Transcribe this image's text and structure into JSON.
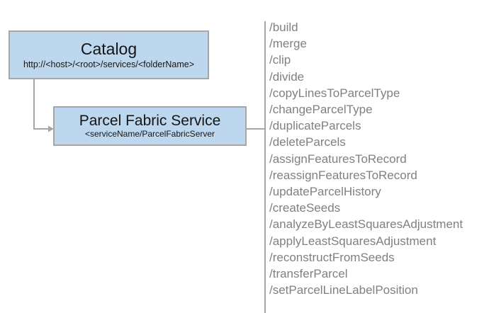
{
  "diagram": {
    "nodes": [
      {
        "id": "catalog",
        "title": "Catalog",
        "subtitle": "http://<host>/<root>/services/<folderName>"
      },
      {
        "id": "parcel-fabric-service",
        "title": "Parcel Fabric Service",
        "subtitle": "<serviceName/ParcelFabricServer"
      }
    ],
    "operations": [
      "/build",
      "/merge",
      "/clip",
      "/divide",
      "/copyLinesToParcelType",
      "/changeParcelType",
      "/duplicateParcels",
      "/deleteParcels",
      "/assignFeaturesToRecord",
      "/reassignFeaturesToRecord",
      "/updateParcelHistory",
      "/createSeeds",
      "/analyzeByLeastSquaresAdjustment",
      "/applyLeastSquaresAdjustment",
      "/reconstructFromSeeds",
      "/transferParcel",
      "/setParcelLineLabelPosition"
    ],
    "colors": {
      "node_fill": "#bdd7ee",
      "node_border": "#a6a6a6",
      "connector": "#a6a6a6",
      "divider": "#a6a6a6",
      "operation_text": "#808080",
      "node_text": "#151515",
      "background": "#ffffff"
    }
  }
}
